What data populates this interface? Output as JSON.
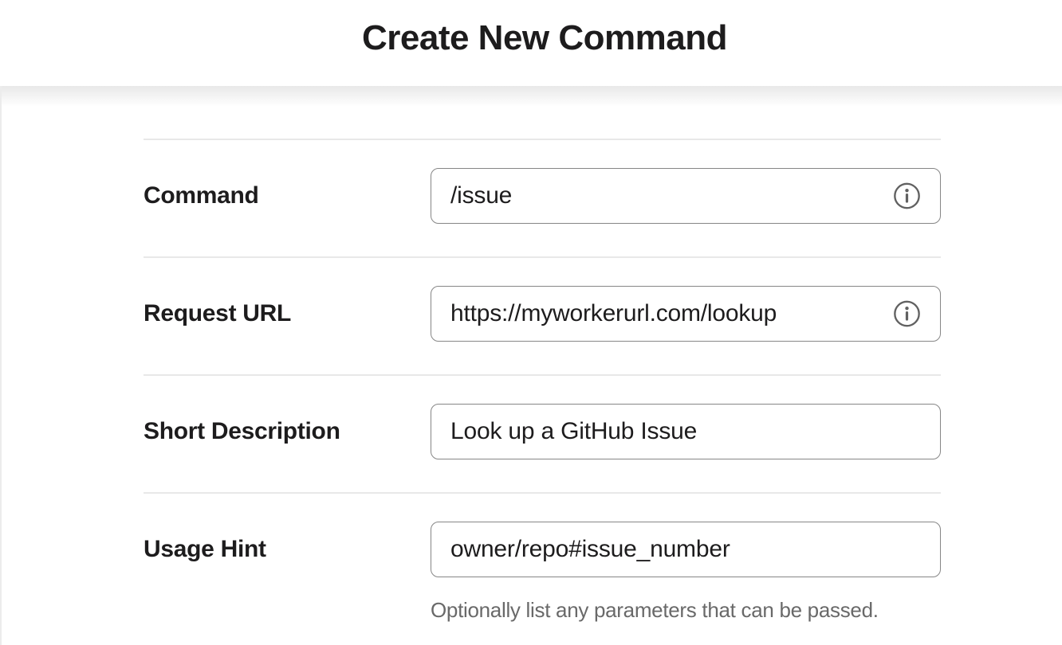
{
  "page": {
    "title": "Create New Command"
  },
  "form": {
    "fields": [
      {
        "label": "Command",
        "value": "/issue",
        "has_info_icon": true
      },
      {
        "label": "Request URL",
        "value": "https://myworkerurl.com/lookup",
        "has_info_icon": true
      },
      {
        "label": "Short Description",
        "value": "Look up a GitHub Issue",
        "has_info_icon": false
      },
      {
        "label": "Usage Hint",
        "value": "owner/repo#issue_number",
        "has_info_icon": false,
        "helper": "Optionally list any parameters that can be passed."
      }
    ]
  },
  "icons": {
    "info": "info-icon"
  },
  "colors": {
    "text": "#1d1c1d",
    "muted": "#696969",
    "input_border": "#868686",
    "separator": "#e8e8e8",
    "background": "#ffffff"
  }
}
